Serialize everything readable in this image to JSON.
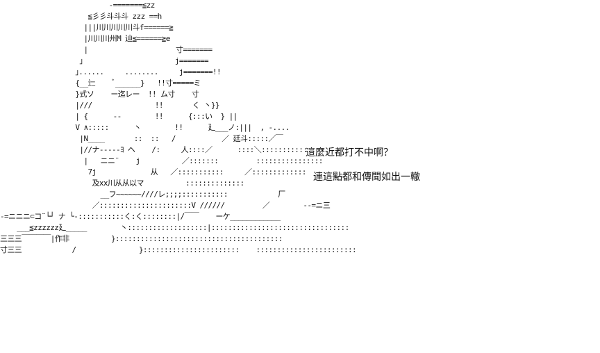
{
  "art_lines": [
    "                          -=======≦zz",
    "                     ≦彡彡斗斗斗 zzz ==h",
    "                    |||川川川川川斗f======≧",
    "                    |川川川州M 辿≦======≧e",
    "                    |                     寸=======",
    "                   ｣                      j=======",
    "                  ｣......     ........     j=======!!",
    "                  {__辷    ﾞ______}   !!寸=====ミ",
    "                  }式ソ    ー迄レー  !! ム寸    寸",
    "                  |///               !!       く 丶}}",
    "                  | {      --        !!      {:::い  } ||",
    "                  V ∧:::::      丶        !!      廴___ノ:|||  , -....",
    "                   |N____       ::  ::   /           ／ 廷斗:::::／￣",
    "                   |//ナ-----ﾖ ヘ    /:     人::::／      ::::＼:::::::::::::",
    "                    |   ニニ¨    j          ／:::::::         ::::::::::::::::",
    "                     7j             从   ／:::::::::::     ／:::::::::::::     ____",
    "                      及xx川从从以マ          ::::::::::::::",
    "                        __フ~~~~~~////レ;;;;:::::::::::            厂",
    "                      ／::::::::::::::::::::::V //////         ／        --=ニ三",
    "-=ニニニ⊂コ¨└┘ ナ └-:::::::::::く:く::::::::|/￣￣    ーケ____________",
    "    ___≦zzzzzz廴_____        丶:::::::::::::::::::|:::::::::::::::::::::::::::::::::",
    "三三三￣￣￣￣|作非          }::::::::::::::::::::::::::::::::::::::::",
    "寸三三            /               }:::::::::::::::::::::::    ::::::::::::::::::::::::"
  ],
  "captions": [
    "這麼近都打不中啊？",
    "連這點都和傳聞如出一轍"
  ]
}
